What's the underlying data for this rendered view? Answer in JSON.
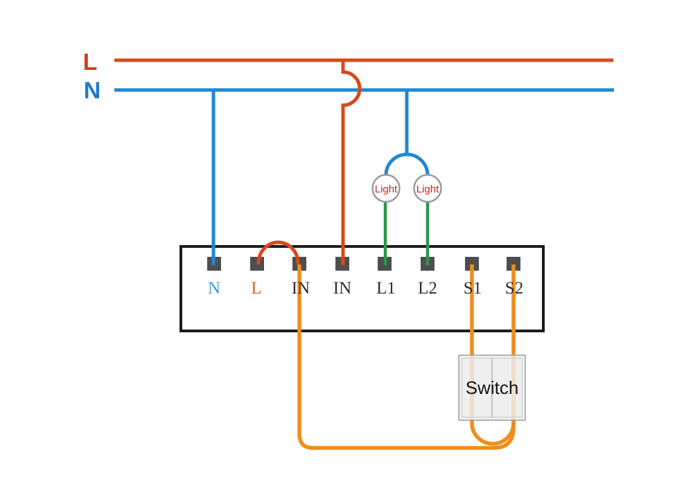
{
  "diagram": {
    "mains": {
      "live_label": "L",
      "neutral_label": "N"
    },
    "device": {
      "terminals": [
        {
          "id": "n",
          "label": "N"
        },
        {
          "id": "l",
          "label": "L"
        },
        {
          "id": "in1",
          "label": "IN"
        },
        {
          "id": "in2",
          "label": "IN"
        },
        {
          "id": "l1",
          "label": "L1"
        },
        {
          "id": "l2",
          "label": "L2"
        },
        {
          "id": "s1",
          "label": "S1"
        },
        {
          "id": "s2",
          "label": "S2"
        }
      ]
    },
    "lights": [
      {
        "label": "Light"
      },
      {
        "label": "Light"
      }
    ],
    "wall_switch": {
      "label": "Switch"
    }
  },
  "colors": {
    "live": "#d8481d",
    "neutral": "#2288d1",
    "load": "#2a9749",
    "switch_wire": "#ef8e1d",
    "terminal_block": "#4e4e50",
    "terminal_label_n": "#3d9bd4",
    "terminal_label_l": "#e25c2f",
    "terminal_label_dark": "#2e2e2e",
    "live_label": "#c9441f",
    "neutral_label": "#2379cb",
    "light_label": "#c62828",
    "light_ring": "#9a9a9a",
    "switch_label": "#111111",
    "device_border": "#1c1c1c",
    "switch_box_fill": "#ececec",
    "switch_box_border": "#9f9f9f"
  }
}
